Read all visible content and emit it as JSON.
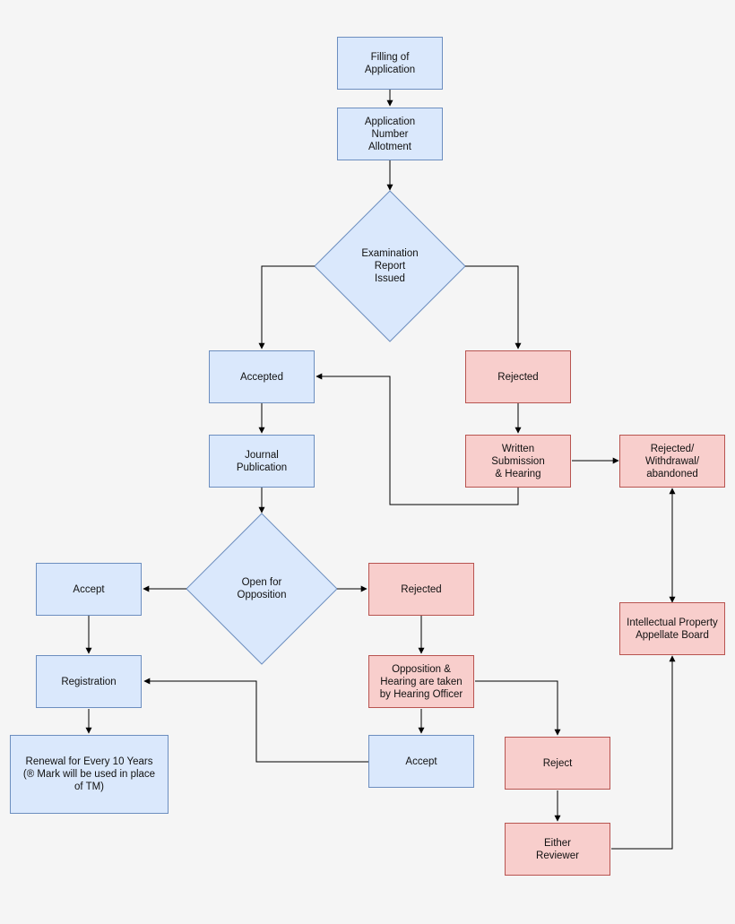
{
  "nodes": {
    "filling": "Filling of\nApplication",
    "allotment": "Application\nNumber\nAllotment",
    "exam_report": "Examination\nReport\nIssued",
    "accepted": "Accepted",
    "rejected_top": "Rejected",
    "journal": "Journal\nPublication",
    "written": "Written\nSubmission\n& Hearing",
    "withdrawal": "Rejected/\nWithdrawal/\nabandoned",
    "opposition": "Open for\nOpposition",
    "accept_left": "Accept",
    "rejected_mid": "Rejected",
    "ipab": "Intellectual Property\nAppellate Board",
    "registration": "Registration",
    "hearing_officer": "Opposition &\nHearing are taken\nby Hearing Officer",
    "accept_mid": "Accept",
    "renewal": "Renewal for Every 10 Years\n(® Mark will be used in place\nof TM)",
    "reject": "Reject",
    "reviewer": "Either\nReviewer"
  },
  "colors": {
    "blue_fill": "#dae8fc",
    "blue_stroke": "#6c8ebf",
    "red_fill": "#f8cecc",
    "red_stroke": "#b85450",
    "edge": "#000000",
    "background": "#f5f5f5"
  }
}
